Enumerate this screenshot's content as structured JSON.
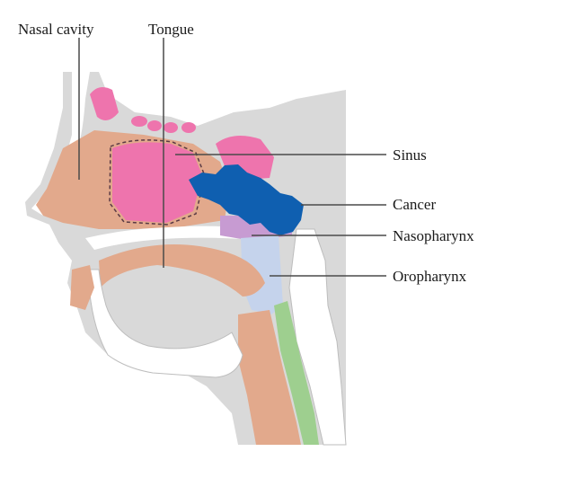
{
  "labels": {
    "nasal_cavity": "Nasal cavity",
    "tongue": "Tongue",
    "sinus": "Sinus",
    "cancer": "Cancer",
    "nasopharynx": "Nasopharynx",
    "oropharynx": "Oropharynx"
  },
  "colors": {
    "background_tissue": "#d9d9d9",
    "nasal_tissue": "#e2a98c",
    "sinus": "#ee74ad",
    "cancer": "#0f5fb0",
    "nasopharynx": "#c79bd2",
    "oropharynx": "#c5d3ec",
    "esophagus_green": "#9ecf8f",
    "bone": "#ffffff",
    "leader_line": "#4a4a4a"
  }
}
